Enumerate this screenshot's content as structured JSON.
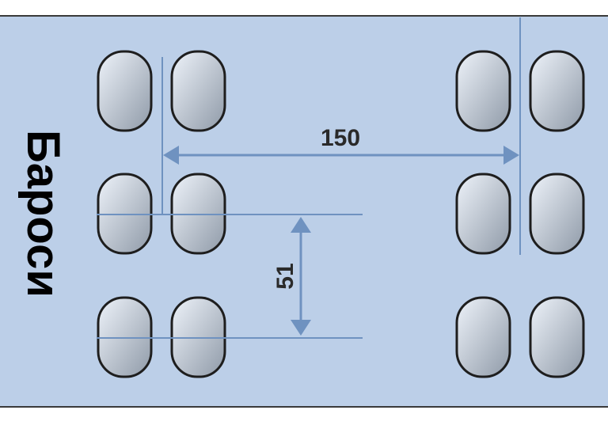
{
  "colors": {
    "panel": "#bccfe8",
    "panel_border": "#3a3a3a",
    "dimension_line": "#6f92c0",
    "pad_outline": "#1e1e1e",
    "pad_light": "#eef3fa",
    "pad_dark": "#8f9aa8"
  },
  "side_label": "Бароси",
  "dimensions": {
    "horizontal": {
      "value": "150"
    },
    "vertical": {
      "value": "51"
    }
  },
  "pads": {
    "columns": [
      "left-outer",
      "left-inner",
      "right-inner",
      "right-outer"
    ],
    "rows": [
      "top",
      "middle",
      "bottom"
    ]
  }
}
